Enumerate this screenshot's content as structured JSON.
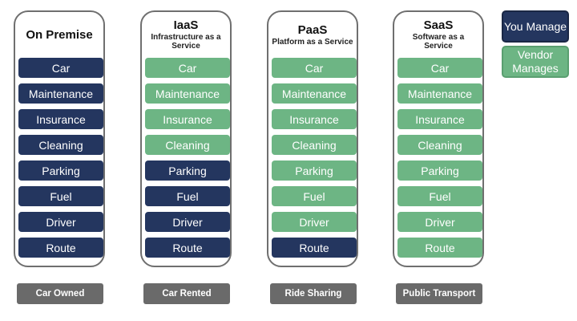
{
  "columns": [
    {
      "title": "On Premise",
      "subtitle": "",
      "footer": "Car Owned",
      "cells": [
        {
          "label": "Car",
          "owner": "you"
        },
        {
          "label": "Maintenance",
          "owner": "you"
        },
        {
          "label": "Insurance",
          "owner": "you"
        },
        {
          "label": "Cleaning",
          "owner": "you"
        },
        {
          "label": "Parking",
          "owner": "you"
        },
        {
          "label": "Fuel",
          "owner": "you"
        },
        {
          "label": "Driver",
          "owner": "you"
        },
        {
          "label": "Route",
          "owner": "you"
        }
      ]
    },
    {
      "title": "IaaS",
      "subtitle": "Infrastructure as a Service",
      "footer": "Car Rented",
      "cells": [
        {
          "label": "Car",
          "owner": "vendor"
        },
        {
          "label": "Maintenance",
          "owner": "vendor"
        },
        {
          "label": "Insurance",
          "owner": "vendor"
        },
        {
          "label": "Cleaning",
          "owner": "vendor"
        },
        {
          "label": "Parking",
          "owner": "you"
        },
        {
          "label": "Fuel",
          "owner": "you"
        },
        {
          "label": "Driver",
          "owner": "you"
        },
        {
          "label": "Route",
          "owner": "you"
        }
      ]
    },
    {
      "title": "PaaS",
      "subtitle": "Platform as a Service",
      "footer": "Ride Sharing",
      "cells": [
        {
          "label": "Car",
          "owner": "vendor"
        },
        {
          "label": "Maintenance",
          "owner": "vendor"
        },
        {
          "label": "Insurance",
          "owner": "vendor"
        },
        {
          "label": "Cleaning",
          "owner": "vendor"
        },
        {
          "label": "Parking",
          "owner": "vendor"
        },
        {
          "label": "Fuel",
          "owner": "vendor"
        },
        {
          "label": "Driver",
          "owner": "vendor"
        },
        {
          "label": "Route",
          "owner": "you"
        }
      ]
    },
    {
      "title": "SaaS",
      "subtitle": "Software as a Service",
      "footer": "Public Transport",
      "cells": [
        {
          "label": "Car",
          "owner": "vendor"
        },
        {
          "label": "Maintenance",
          "owner": "vendor"
        },
        {
          "label": "Insurance",
          "owner": "vendor"
        },
        {
          "label": "Cleaning",
          "owner": "vendor"
        },
        {
          "label": "Parking",
          "owner": "vendor"
        },
        {
          "label": "Fuel",
          "owner": "vendor"
        },
        {
          "label": "Driver",
          "owner": "vendor"
        },
        {
          "label": "Route",
          "owner": "vendor"
        }
      ]
    }
  ],
  "legend": {
    "you": "You Manage",
    "vendor": "Vendor Manages"
  },
  "colors": {
    "you": "#24365f",
    "vendor": "#6db584",
    "footer": "#6a6a6a"
  }
}
